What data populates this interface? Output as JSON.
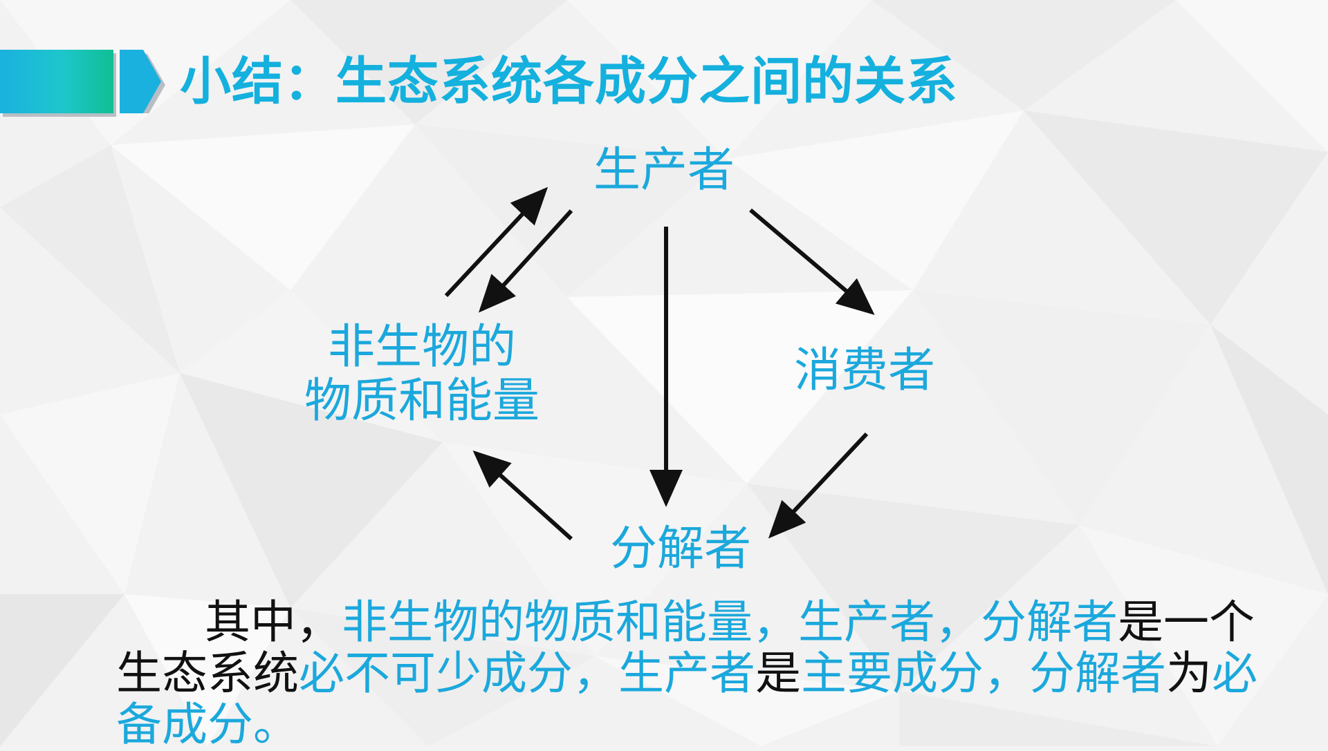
{
  "title": "小结：生态系统各成分之间的关系",
  "diagram": {
    "nodes": {
      "producer": "生产者",
      "consumer": "消费者",
      "decomposer": "分解者",
      "abiotic_line1": "非生物的",
      "abiotic_line2": "物质和能量"
    }
  },
  "paragraph": {
    "segments": [
      {
        "text": "其中，",
        "highlight": false
      },
      {
        "text": "非生物的物质和能量",
        "highlight": true
      },
      {
        "text": "，",
        "highlight": true
      },
      {
        "text": "生产者",
        "highlight": true
      },
      {
        "text": "，",
        "highlight": true
      },
      {
        "text": "分解者",
        "highlight": true
      },
      {
        "text": "是一个生态系统",
        "highlight": false
      },
      {
        "text": "必不可少成分",
        "highlight": true
      },
      {
        "text": "，",
        "highlight": true
      },
      {
        "text": "生产者",
        "highlight": true
      },
      {
        "text": "是",
        "highlight": false
      },
      {
        "text": "主要成分",
        "highlight": true
      },
      {
        "text": "，",
        "highlight": true
      },
      {
        "text": "分解者",
        "highlight": true
      },
      {
        "text": "为",
        "highlight": false
      },
      {
        "text": "必备成分。",
        "highlight": true
      }
    ]
  },
  "colors": {
    "accent": "#1ba8dc",
    "title": "#14b0de",
    "arrow": "#111111",
    "body_text": "#111111"
  }
}
